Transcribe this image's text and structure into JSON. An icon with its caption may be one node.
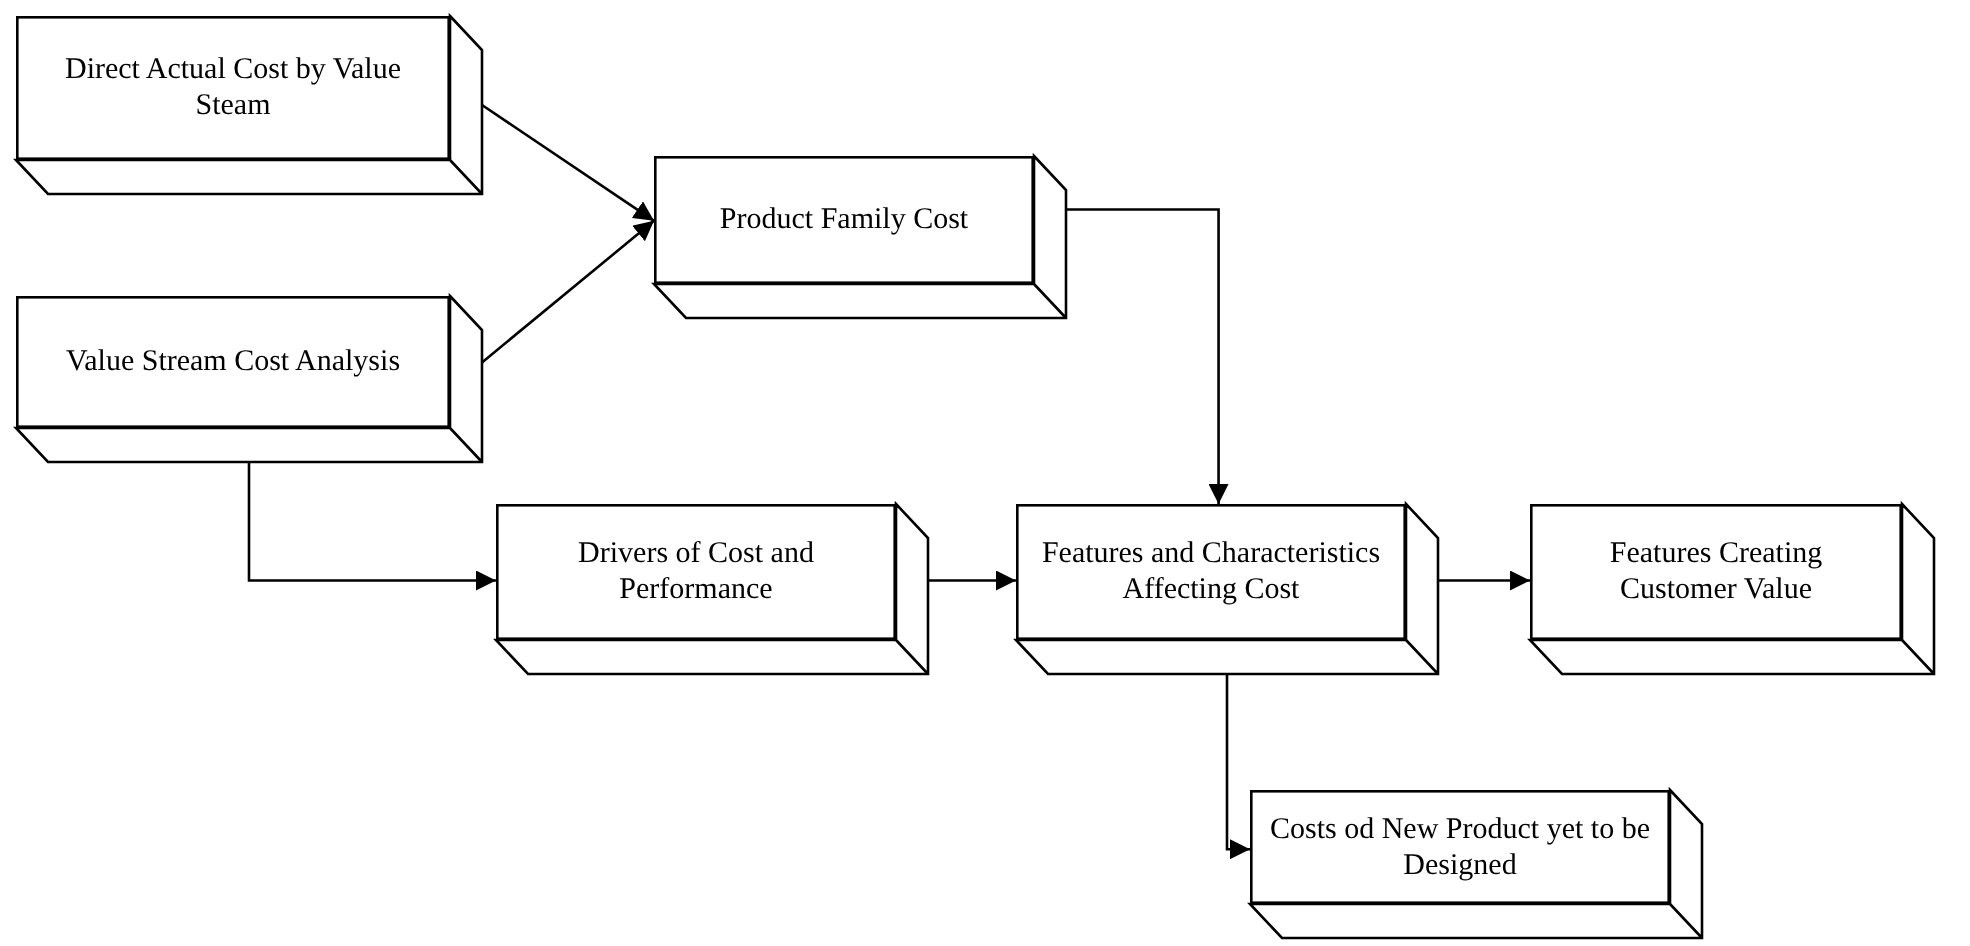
{
  "diagram": {
    "nodes": [
      {
        "text": [
          "Direct Actual Cost by Value Steam"
        ]
      },
      {
        "text": [
          "Value Stream Cost Analysis"
        ]
      },
      {
        "text": [
          "Product Family Cost"
        ]
      },
      {
        "text": [
          "Drivers of Cost and Performance"
        ]
      },
      {
        "text": [
          "Features and Characteristics Affecting Cost"
        ]
      },
      {
        "text": [
          "Features Creating Customer Value"
        ]
      },
      {
        "text": [
          "Costs od New Product yet to be Designed"
        ]
      }
    ],
    "edges": [
      {
        "from": 0,
        "to": 2,
        "arrow": "to"
      },
      {
        "from": 1,
        "to": 2,
        "arrow": "to"
      },
      {
        "from": 2,
        "to": 4,
        "arrow": "to"
      },
      {
        "from": 1,
        "to": 3,
        "arrow": "to"
      },
      {
        "from": 3,
        "to": 4,
        "arrow": "to"
      },
      {
        "from": 4,
        "to": 5,
        "arrow": "to"
      },
      {
        "from": 4,
        "to": 6,
        "arrow": "to"
      }
    ]
  }
}
